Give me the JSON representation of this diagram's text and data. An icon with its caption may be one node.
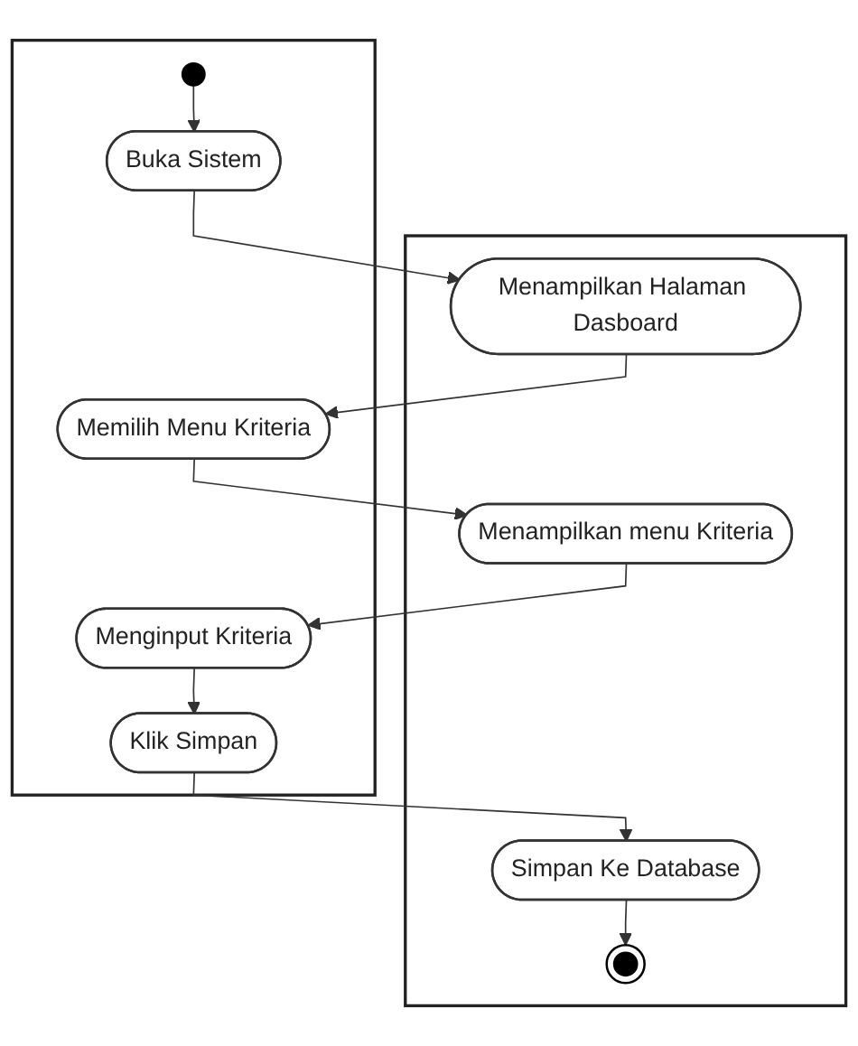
{
  "diagram": {
    "nodes": [
      {
        "text": [],
        "shape": "band"
      },
      {
        "text": [],
        "shape": "circle",
        "in": 0
      },
      {
        "text": [
          "Buka Sistem"
        ],
        "in": 0
      },
      {
        "text": [
          "Memilih Menu Kriteria"
        ],
        "in": 0
      },
      {
        "text": [
          "Menginput Kriteria"
        ],
        "in": 0
      },
      {
        "text": [
          "Klik Simpan"
        ],
        "in": 0
      },
      {
        "text": [],
        "shape": "band"
      },
      {
        "text": [
          "Menampilkan Halaman Dasboard"
        ],
        "in": 6
      },
      {
        "text": [
          "Menampilkan menu Kriteria"
        ],
        "in": 6
      },
      {
        "text": [
          "Simpan Ke Database"
        ],
        "in": 6
      },
      {
        "text": [],
        "shape": "bullseye",
        "in": 6
      }
    ],
    "edges": [
      {
        "from": 1,
        "to": 2,
        "arrow": "to"
      },
      {
        "from": 2,
        "to": 7,
        "arrow": "to"
      },
      {
        "from": 7,
        "to": 3,
        "arrow": "to"
      },
      {
        "from": 3,
        "to": 8,
        "arrow": "to"
      },
      {
        "from": 8,
        "to": 4,
        "arrow": "to"
      },
      {
        "from": 4,
        "to": 5,
        "arrow": "to"
      },
      {
        "from": 5,
        "to": 9,
        "arrow": "to"
      },
      {
        "from": 9,
        "to": 10,
        "arrow": "to"
      }
    ]
  }
}
